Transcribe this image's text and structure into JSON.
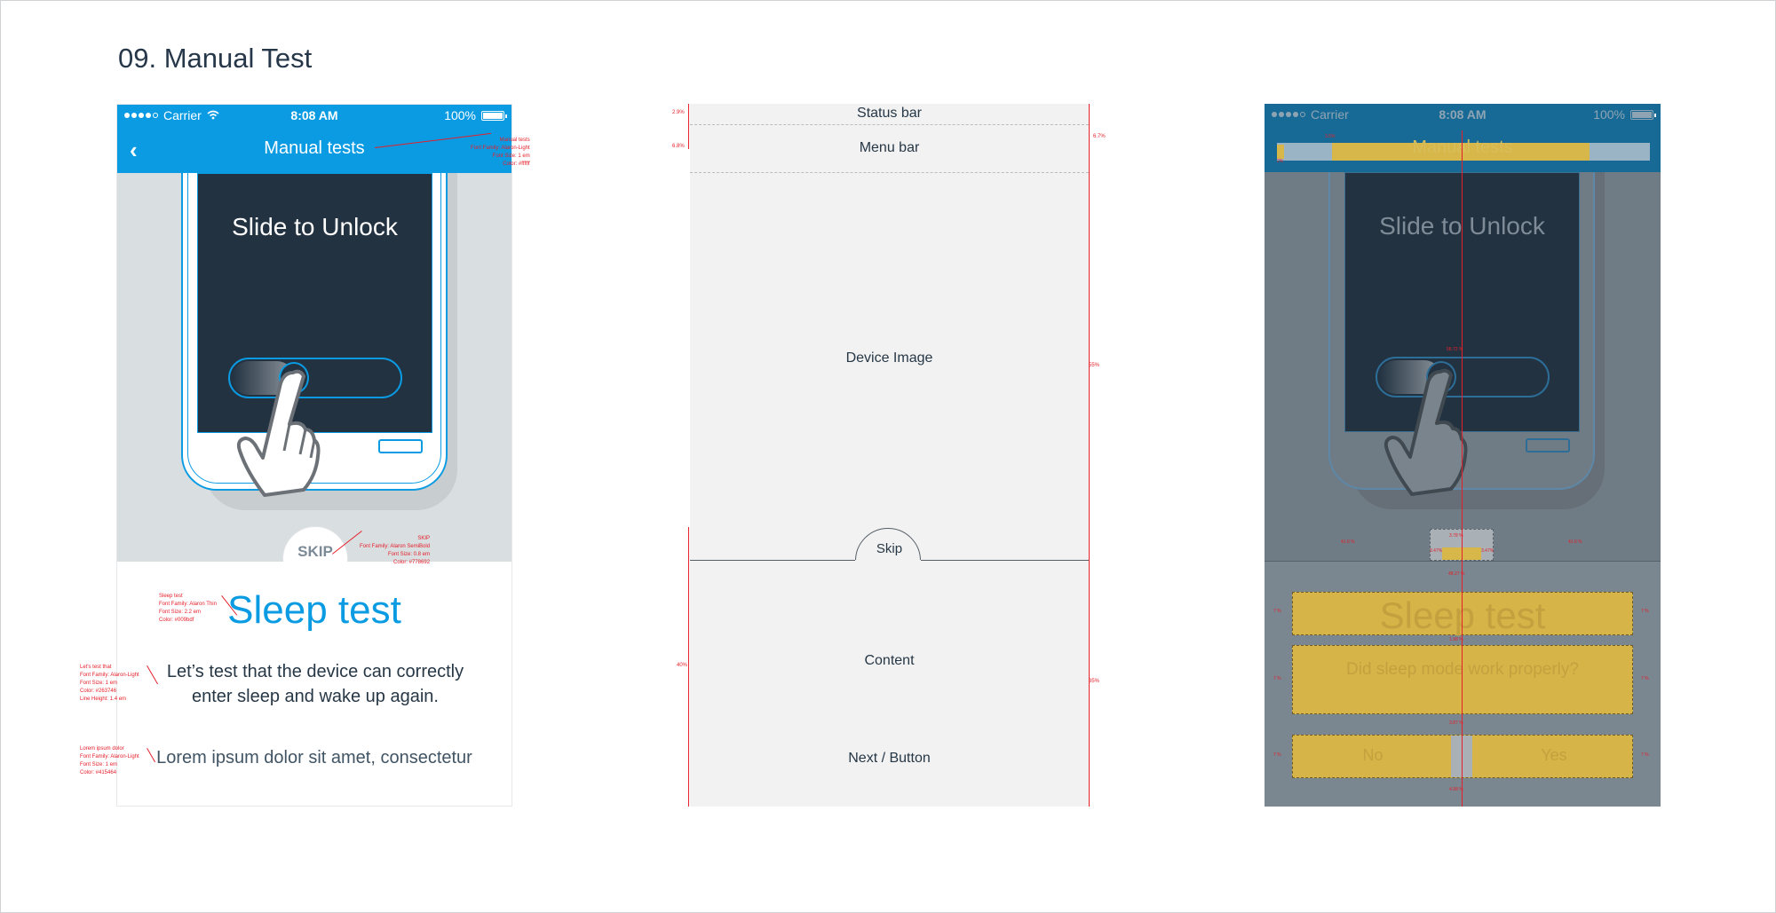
{
  "page": {
    "title": "09. Manual Test"
  },
  "status_bar": {
    "carrier": "Carrier",
    "time": "8:08 AM",
    "battery": "100%"
  },
  "nav": {
    "title": "Manual tests"
  },
  "device": {
    "unlock_text": "Slide to Unlock"
  },
  "skip": {
    "label": "SKIP"
  },
  "content": {
    "title": "Sleep test",
    "description": "Let’s test that the device can correctly enter sleep and wake up again.",
    "lorem": "Lorem ipsum dolor sit amet, consectetur"
  },
  "annotations": {
    "nav": [
      "Manual tests",
      "Font Family: Alaron-Light",
      "Font Size: 1 em",
      "Color: #ffffff"
    ],
    "skip": [
      "SKIP",
      "Font Family: Alaron SemiBold",
      "Font Size: 0.8 em",
      "Color: #778692"
    ],
    "sleep": [
      "Sleep test",
      "Font Family: Alaron Thin",
      "Font Size: 2.2 em",
      "Color: #009bdf"
    ],
    "desc": [
      "Let's test that",
      "Font Family: Alaron-Light",
      "Font Size: 1 em",
      "Color: #263746",
      "Line Height: 1.4 em"
    ],
    "lorem": [
      "Lorem ipsum dolor",
      "Font Family: Alaron-Light",
      "Font Size: 1 em",
      "Color: #415464"
    ]
  },
  "wireframe": {
    "status": "Status bar",
    "menu": "Menu bar",
    "device": "Device Image",
    "skip": "Skip",
    "content": "Content",
    "next": "Next / Button",
    "left_pcts": [
      "2.9%",
      "6.8%",
      "40%"
    ],
    "right_pcts": [
      "6.7%",
      "55%",
      "35%"
    ]
  },
  "layout_overlay": {
    "title_ghost": "Manual tests",
    "unlock_text": "Slide to Unlock",
    "sleep_ghost": "Sleep test",
    "question": "Did sleep mode work properly?",
    "no": "No",
    "yes": "Yes",
    "measures": {
      "pct_a": "3.5%",
      "pct_b": "2%",
      "skip_w": "3.78 %",
      "skip_l": "3.47%",
      "skip_r": "3.47%",
      "side_l": "41.6 %",
      "side_r": "41.6 %",
      "gap_a": "48.27 %",
      "gap_b": "1.98 %",
      "gap_c": "3.87 %",
      "gap_d": "4.98 %",
      "margin": "7 %",
      "device_pct": "58.72 %"
    }
  },
  "colors": {
    "brand_blue": "#0a9be3",
    "dark": "#223241",
    "annotation_red": "#e5202b",
    "overlay_yellow": "#d6b448"
  }
}
